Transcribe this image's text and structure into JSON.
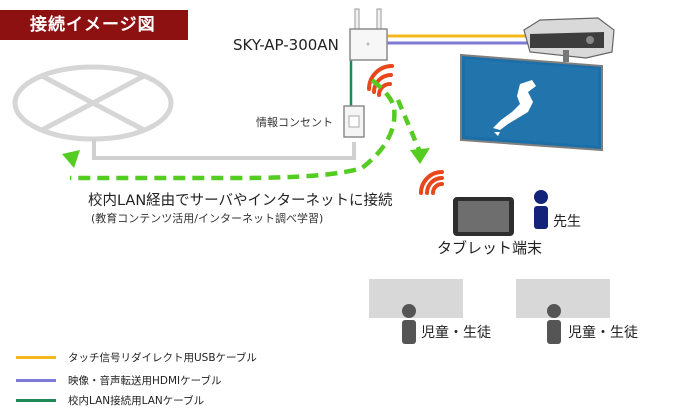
{
  "title": "接続イメージ図",
  "ap_label": "SKY-AP-300AN",
  "outlet_label": "情報コンセント",
  "lan_caption": "校内LAN経由でサーバやインターネットに接続",
  "lan_subcaption": "(教育コンテンツ活用/インターネット調べ学習)",
  "tablet_label": "タブレット端末",
  "teacher_label": "先生",
  "student_label_1": "児童・生徒",
  "student_label_2": "児童・生徒",
  "legend": [
    {
      "label": "タッチ信号リダイレクト用USBケーブル",
      "color": "#f5b81c"
    },
    {
      "label": "映像・音声転送用HDMIケーブル",
      "color": "#7f7ad6"
    },
    {
      "label": "校内LAN接続用LANケーブル",
      "color": "#1f8a55"
    }
  ],
  "colors": {
    "badge": "#8d1111",
    "lan_dash": "#55cc22",
    "wifi": "#e8471c",
    "person": "#13237a",
    "student_person": "#555555",
    "desk": "#d8d8d8"
  }
}
